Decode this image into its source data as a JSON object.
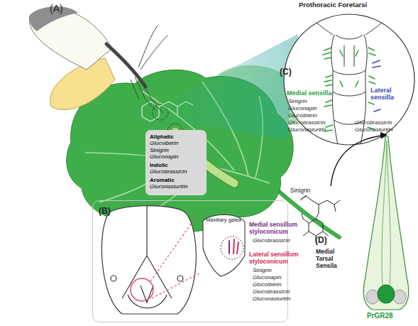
{
  "diagram": {
    "nodes": [
      {
        "text": [
          "Aliphatic",
          "Glucoiberin Sinigrin Gluconapin",
          "Indolic",
          "Glucobrassicin",
          "Aromatic",
          "Gluconasturtiin"
        ]
      },
      {
        "text": [
          "Prothoracic Foretarsi",
          "(C)"
        ]
      },
      {
        "text": [
          "(B)"
        ]
      },
      {
        "text": [
          "Maxillary galea"
        ],
        "in": 2
      },
      {
        "text": [
          "Sinigrin"
        ]
      },
      {
        "text": [
          "Medial Tarsal Sensila",
          "PrGR28"
        ]
      }
    ],
    "edges": [
      {
        "from": 4,
        "to": 5,
        "arrow": "to"
      }
    ],
    "labels": [
      "(A)",
      "Medial sensilla",
      "Sinigrin",
      "Gluconapin",
      "Glucoiberin",
      "Glucobrassicin",
      "Gluconasturtiin",
      "Lateral sensilla",
      "Glucobrassicin",
      "Gluconasturtiin",
      "Medial sensillum styloconicum",
      "Glucobrassicin",
      "Lateral sensillum styloconicum",
      "Sinigrin",
      "Gluconapin",
      "Glucoiberin",
      "Glucobrassicin",
      "Gluconasturtiin",
      "(D)"
    ]
  }
}
